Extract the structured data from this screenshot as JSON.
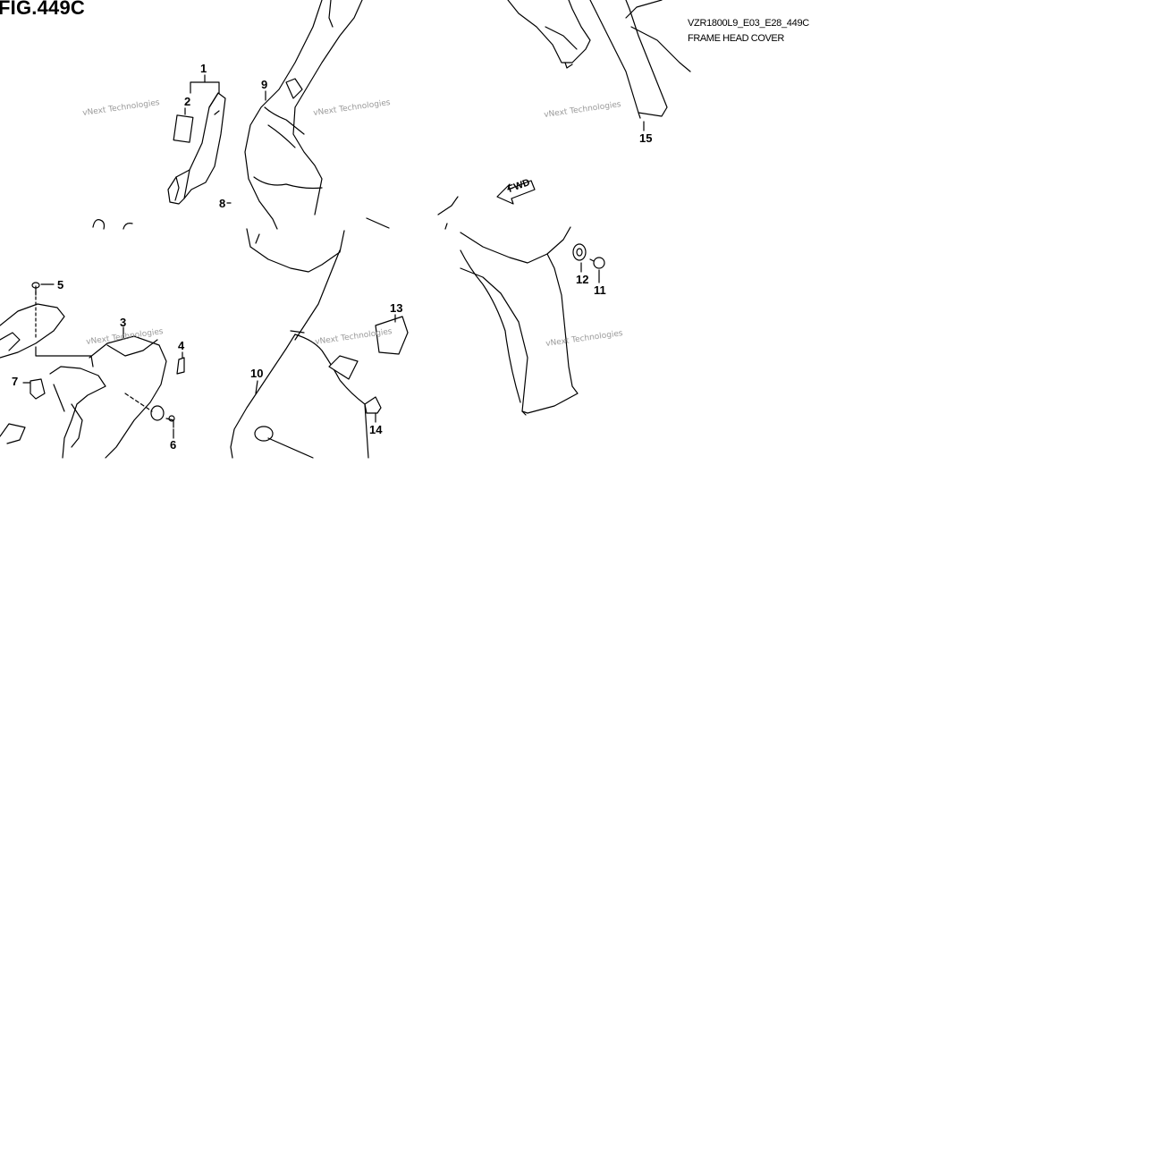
{
  "figure": {
    "title": "FIG.449C",
    "code": "VZR1800L9_E03_E28_449C",
    "caption": "FRAME HEAD COVER"
  },
  "callouts": [
    "1",
    "2",
    "3",
    "4",
    "5",
    "6",
    "7",
    "8",
    "9",
    "10",
    "11",
    "12",
    "13",
    "14",
    "15"
  ],
  "watermark": "vNext Technologies",
  "direction_label": "FWD",
  "colors": {
    "line": "#000000",
    "watermark": "#9a9a9a",
    "background": "#ffffff"
  }
}
